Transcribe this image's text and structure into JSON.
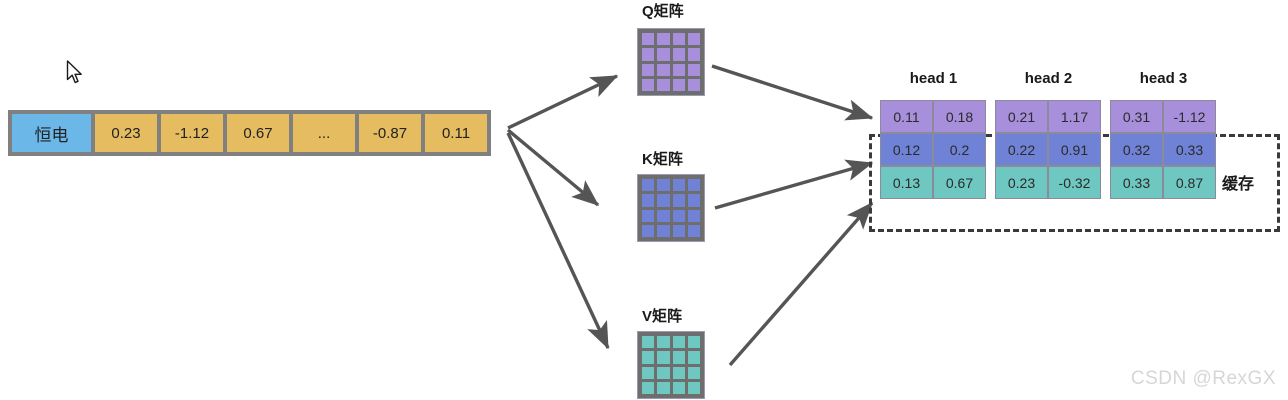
{
  "diagram": {
    "title_hidden": "",
    "watermark": "CSDN @RexGX"
  },
  "input_sequence": {
    "name": "token-embedding-row",
    "label_cell": "恒电",
    "values": [
      "0.23",
      "-1.12",
      "0.67",
      "...",
      "-0.87",
      "0.11"
    ]
  },
  "matrices": [
    {
      "key": "q",
      "label": "Q矩阵",
      "color": "#a78fdc",
      "rows": 4,
      "cols": 4
    },
    {
      "key": "k",
      "label": "K矩阵",
      "color": "#6f82d6",
      "rows": 4,
      "cols": 4
    },
    {
      "key": "v",
      "label": "V矩阵",
      "color": "#6ec7c1",
      "rows": 4,
      "cols": 4
    }
  ],
  "head_table": {
    "headers": [
      "head 1",
      "head 2",
      "head 3"
    ],
    "rows": [
      {
        "name": "q-row",
        "color": "#a78fdc",
        "cells": [
          "0.11",
          "0.18",
          "0.21",
          "1.17",
          "0.31",
          "-1.12"
        ]
      },
      {
        "name": "k-row",
        "color": "#6f82d6",
        "cells": [
          "0.12",
          "0.2",
          "0.22",
          "0.91",
          "0.32",
          "0.33"
        ]
      },
      {
        "name": "v-row",
        "color": "#6ec7c1",
        "cells": [
          "0.13",
          "0.67",
          "0.23",
          "-0.32",
          "0.33",
          "0.87"
        ]
      }
    ]
  },
  "cache": {
    "label": "缓存"
  },
  "colors": {
    "token_label_blue": "#6bb8e8",
    "token_value_gold": "#e5bc5f",
    "q_purple": "#a78fdc",
    "k_blue": "#6f82d6",
    "v_teal": "#6ec7c1",
    "matrix_frame_gray": "#6e6e6e",
    "arrow_gray": "#555555",
    "cache_dash": "#3a3a3a",
    "watermark": "#d6d6d6"
  }
}
